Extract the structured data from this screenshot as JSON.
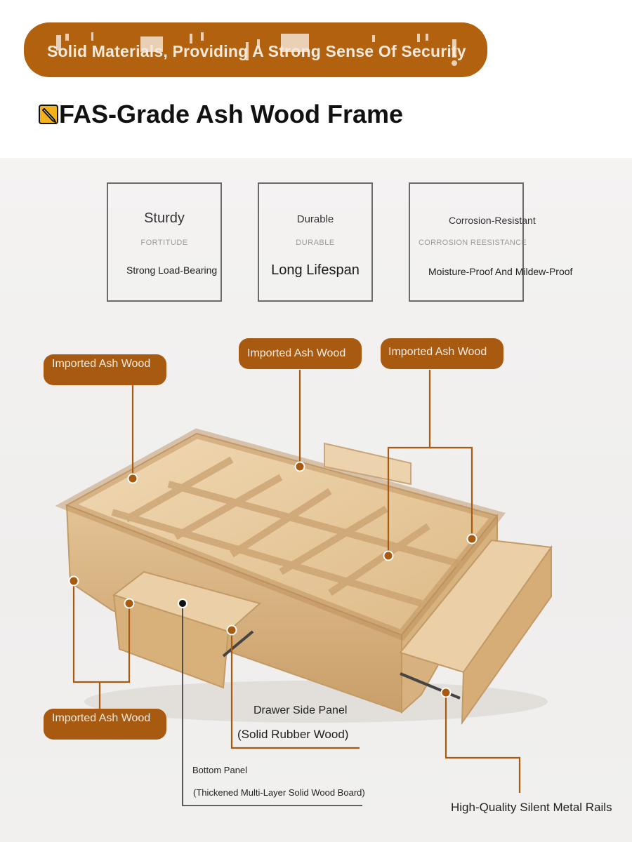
{
  "header": {
    "banner_text": "Solid Materials, Providing A Strong Sense Of Security",
    "section_title": "FAS-Grade Ash Wood Frame",
    "title_icon": "pencil-icon",
    "accent_color": "#b2620f"
  },
  "features": [
    {
      "title": "Sturdy",
      "subtitle": "FORTITUDE",
      "description": "Strong Load-Bearing"
    },
    {
      "title": "Durable",
      "subtitle": "DURABLE",
      "description": "Long Lifespan"
    },
    {
      "title": "Corrosion-Resistant",
      "subtitle": "CORROSION REESISTANCE",
      "description": "Moisture-Proof And Mildew-Proof"
    }
  ],
  "callouts": {
    "left_top": "Imported Ash Wood",
    "center_top": "Imported Ash Wood",
    "right_top": "Imported Ash Wood",
    "left_bottom": "Imported Ash Wood",
    "drawer_side_title": "Drawer Side Panel",
    "drawer_side_material": "(Solid Rubber Wood)",
    "bottom_panel_title": "Bottom Panel",
    "bottom_panel_material": "(Thickened Multi-Layer Solid Wood Board)",
    "rails": "High-Quality Silent Metal Rails"
  }
}
